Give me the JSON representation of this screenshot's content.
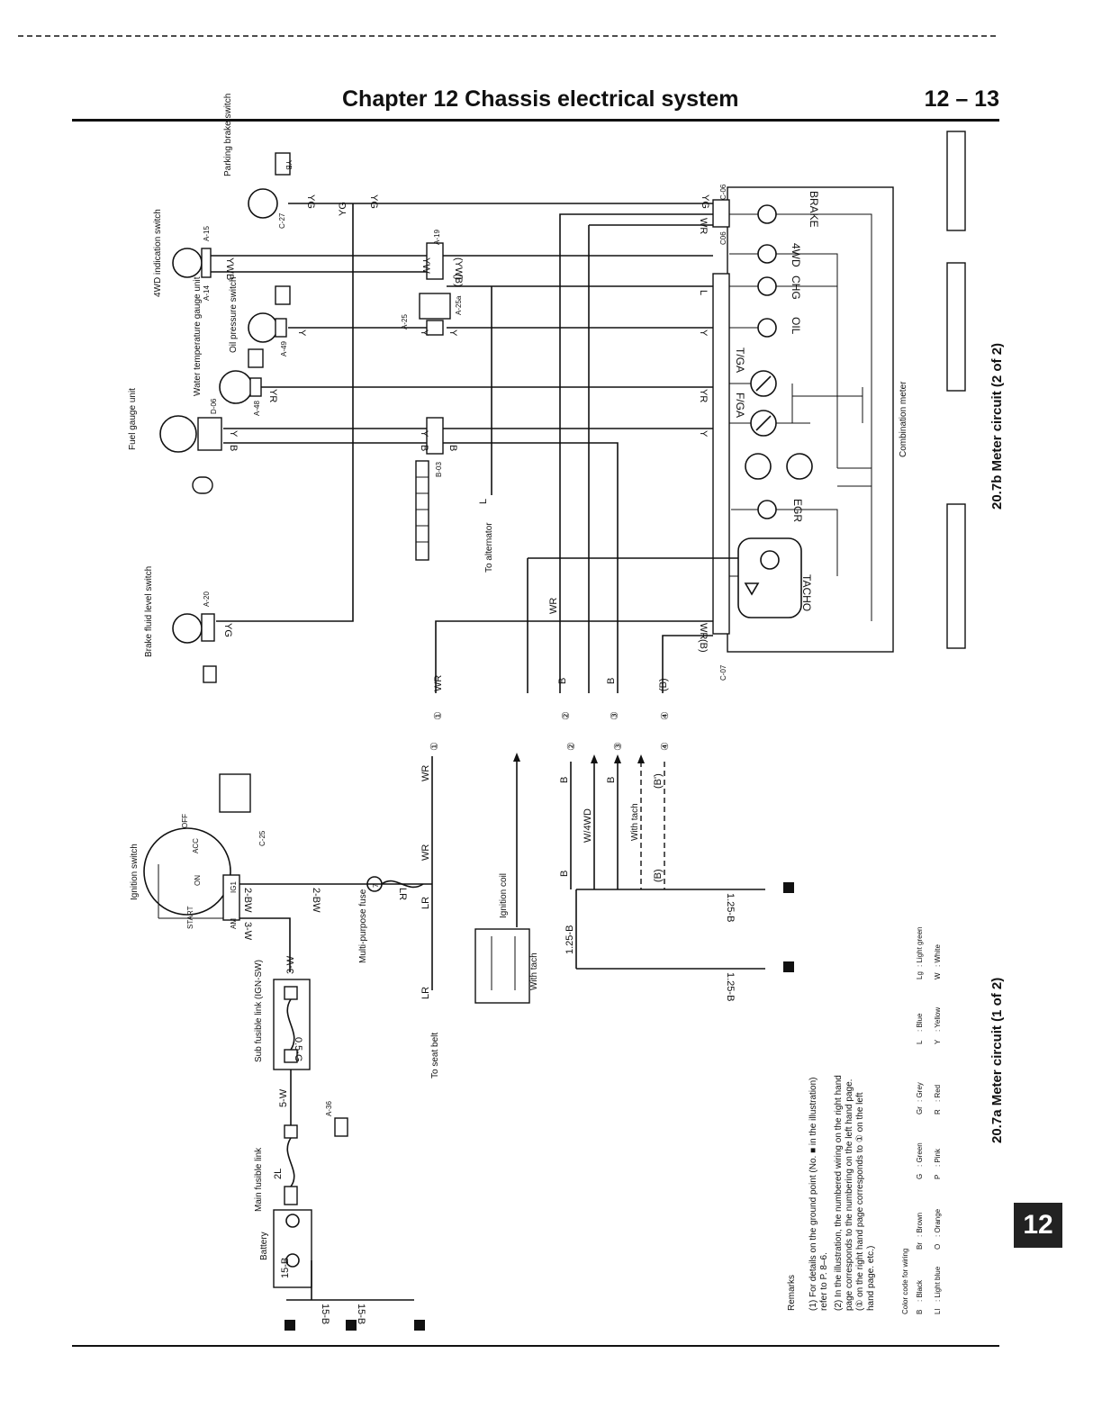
{
  "header": {
    "chapter_title": "Chapter 12   Chassis electrical system",
    "page_number": "12 – 13"
  },
  "side_tab": "12",
  "captions": {
    "right": "20.7b   Meter circuit (2 of 2)",
    "left": "20.7a   Meter circuit (1 of 2)"
  },
  "right": {
    "components": {
      "parking_brake": "Parking brake switch",
      "indication_4wd": "4WD indication switch",
      "oil_pressure": "Oil pressure switch",
      "water_temp": "Water temperature gauge unit",
      "fuel_gauge": "Fuel gauge unit",
      "brake_fluid": "Brake fluid level switch",
      "combination_meter": "Combination meter",
      "to_alternator": "To alternator"
    },
    "connectors": {
      "c27": "C-27",
      "c06a": "C-06",
      "c06b": "C06",
      "a19": "A-19",
      "a15": "A-15",
      "a14": "A-14",
      "a25": "A-25",
      "a25a": "A-25a",
      "a49": "A-49",
      "a48": "A-48",
      "d06": "D-06",
      "b03": "B-03",
      "a20": "A-20",
      "c07": "C-07"
    },
    "wires": {
      "yg": "YG",
      "b": "B",
      "y": "Y",
      "yw": "YW",
      "yw_paren": "(YW)",
      "b_paren": "(B)",
      "yr": "YR",
      "l": "L",
      "wr": "WR",
      "yb": "YB"
    },
    "indicators": {
      "brake": "BRAKE",
      "w4d": "4WD",
      "chg": "CHG",
      "oil": "OIL",
      "tga": "T/GA",
      "fga": "F/GA",
      "egr": "EGR",
      "tacho": "TACHO"
    },
    "bottom_wires": {
      "wr": "WR",
      "b1": "B",
      "b2": "B",
      "bp": "(B)"
    },
    "markers": [
      "①",
      "②",
      "③",
      "④"
    ]
  },
  "left": {
    "components": {
      "ignition_switch": "Ignition switch",
      "multi_fuse": "Multi-purpose fuse",
      "sub_fusible": "Sub fusible link (IGN-SW)",
      "main_fusible": "Main fusible link",
      "battery": "Battery",
      "to_seat_belt": "To seat belt",
      "ignition_coil": "Ignition coil",
      "with_tach": "With tach",
      "with_tach2": "With tach",
      "w_4wd": "W/4WD"
    },
    "switch_positions": {
      "off": "OFF",
      "acc": "ACC",
      "on": "ON",
      "start": "START",
      "am": "AM",
      "ig1": "IG1"
    },
    "connectors": {
      "c25": "C-25",
      "a36": "A-36"
    },
    "fuse_numbers": {
      "f7": "7"
    },
    "wires": {
      "w2bw": "2-BW",
      "w2bw2": "2-BW",
      "w3w": "3-W",
      "w3w2": "3-W",
      "lr": "LR",
      "lr2": "LR",
      "lr3": "LR",
      "w05g": "0.5-G",
      "w5w": "5-W",
      "w2l": "2L",
      "w15b": "15-B",
      "w15b2": "15-B",
      "w15b3": "15-B",
      "w125b": "1.25-B",
      "w125b2": "1.25-B",
      "w125b3": "1.25-B",
      "wr": "WR",
      "wr2": "WR",
      "b": "B",
      "b2": "B",
      "b3": "B",
      "bp": "(B)",
      "bp2": "(B')"
    },
    "markers": [
      "①",
      "②",
      "③",
      "④"
    ]
  },
  "remarks": {
    "title": "Remarks",
    "item1": "(1)  For details on the ground point (No. ■ in the illustration)",
    "item1b": "      refer to P. 8–6.",
    "item2": "(2)  In the illustration, the numbered wiring on the right hand",
    "item2b": "      page corresponds to the numbering on the left hand page.",
    "item2c": "      (① on the right hand page corresponds to ① on the left",
    "item2d": "      hand page. etc.)"
  },
  "color_code": {
    "title": "Color code for wiring",
    "rows": [
      [
        "B",
        ": Black",
        "Br",
        ": Brown",
        "G",
        ": Green",
        "Gr",
        ": Grey",
        "L",
        ": Blue",
        "Lg",
        ": Light green"
      ],
      [
        "Ll",
        ": Light blue",
        "O",
        ": Orange",
        "P",
        ": Pink",
        "R",
        ": Red",
        "Y",
        ": Yellow",
        "W",
        ": White"
      ]
    ]
  }
}
